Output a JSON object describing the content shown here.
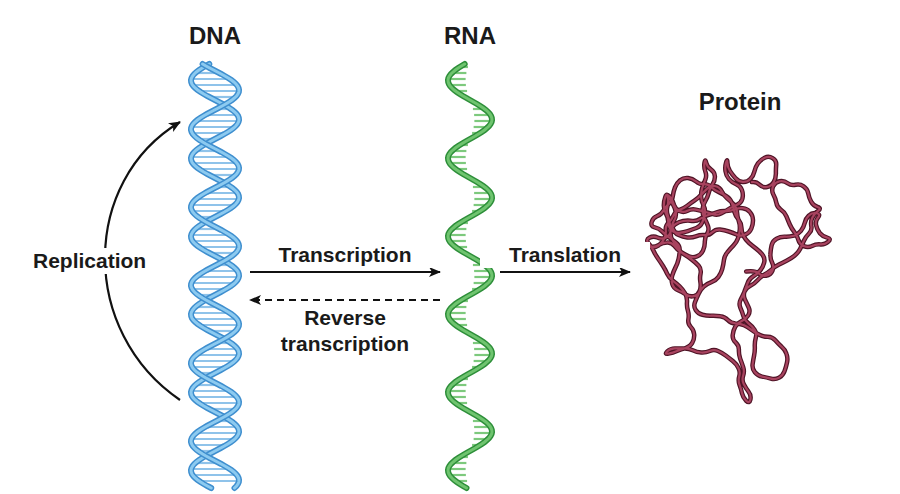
{
  "diagram": {
    "nodes": [
      {
        "text": [
          "DNA"
        ]
      },
      {
        "text": [
          "RNA"
        ]
      },
      {
        "text": [
          "Protein"
        ]
      }
    ],
    "edges": [
      {
        "from": 0,
        "to": 0,
        "label": "Replication",
        "arrow": "to"
      },
      {
        "from": 0,
        "to": 1,
        "label": "Transcription",
        "arrow": "to"
      },
      {
        "from": 1,
        "to": 0,
        "label": "Reverse transcription",
        "arrow": "to"
      },
      {
        "from": 1,
        "to": 2,
        "label": "Translation",
        "arrow": "to"
      }
    ]
  }
}
